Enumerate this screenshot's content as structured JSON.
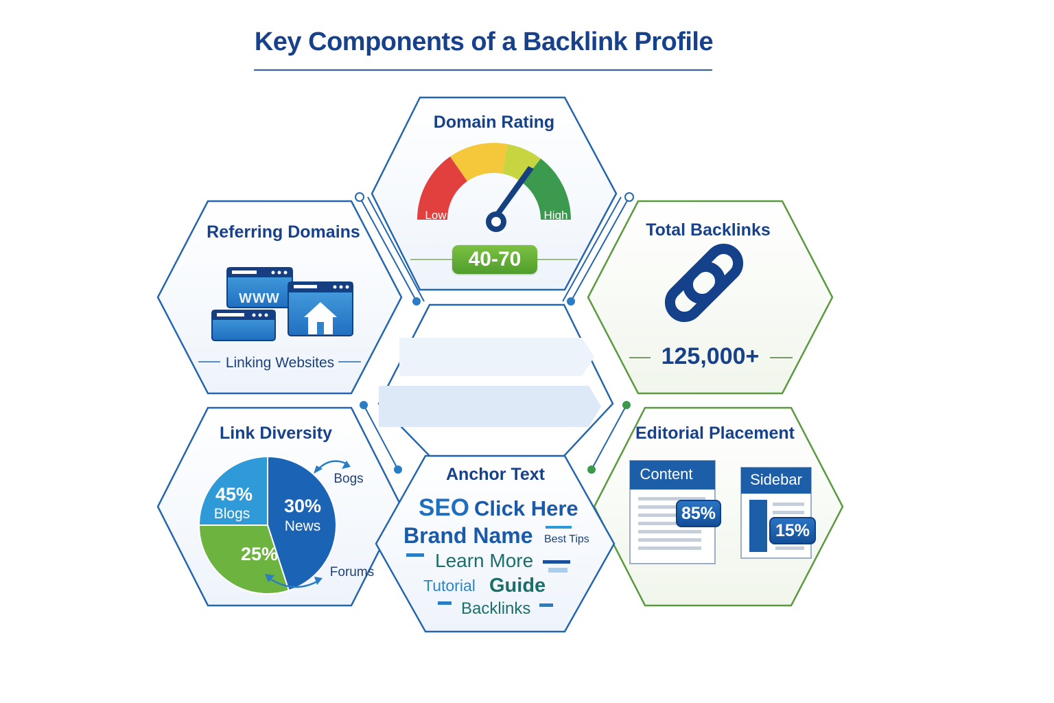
{
  "title": "Key Components of a Backlink Profile",
  "referring_domains": {
    "title": "Referring Domains",
    "www_text": "WWW",
    "caption": "Linking Websites"
  },
  "domain_rating": {
    "title": "Domain Rating",
    "low_label": "Low",
    "high_label": "High",
    "value": "40-70"
  },
  "total_backlinks": {
    "title": "Total Backlinks",
    "value": "125,000+"
  },
  "link_diversity": {
    "title": "Link Diversity",
    "slices": [
      {
        "pct": "45%",
        "label": "Blogs",
        "value": 45,
        "color": "#1b64b5"
      },
      {
        "pct": "30%",
        "label": "News",
        "value": 30,
        "color": "#6db33f"
      },
      {
        "pct": "25%",
        "label": "",
        "value": 25,
        "color": "#2e9ad8"
      }
    ],
    "callouts": [
      "Bogs",
      "Forums"
    ]
  },
  "anchor_text": {
    "title": "Anchor Text",
    "words": [
      "SEO",
      "Click Here",
      "Brand Name",
      "Best Tips",
      "Learn More",
      "Tutorial",
      "Guide",
      "Backlinks"
    ]
  },
  "editorial_placement": {
    "title": "Editorial Placement",
    "content_label": "Content",
    "content_pct": "85%",
    "sidebar_label": "Sidebar",
    "sidebar_pct": "15%"
  },
  "colors": {
    "navy": "#17418a",
    "blue_outline": "#2466ad",
    "green_outline": "#5a9a3e",
    "gauge": [
      "#e2403f",
      "#f5c73a",
      "#c7d640",
      "#3c9a4e"
    ]
  }
}
